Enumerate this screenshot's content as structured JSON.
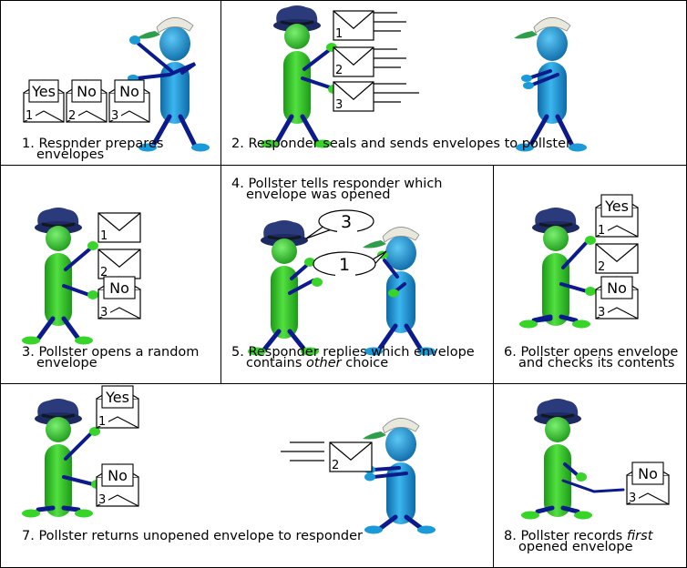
{
  "panels": [
    {
      "id": "p1",
      "caption": [
        "1. Respnder prepares",
        "envelopes"
      ]
    },
    {
      "id": "p2",
      "caption": [
        "2. Responder seals and sends envelopes to pollster"
      ]
    },
    {
      "id": "p3",
      "caption": [
        "3. Pollster opens a random",
        "envelope"
      ]
    },
    {
      "id": "p4",
      "caption": [
        "4. Pollster tells responder which",
        "envelope was opened"
      ]
    },
    {
      "id": "p5",
      "caption_parts": [
        "5. Responder replies which envelope",
        "contains ",
        "other",
        " choice"
      ]
    },
    {
      "id": "p6",
      "caption": [
        "6. Pollster opens envelope",
        "and checks its contents"
      ]
    },
    {
      "id": "p7",
      "caption": [
        "7. Pollster returns unopened envelope to responder"
      ]
    },
    {
      "id": "p8",
      "caption_parts": [
        "8. Pollster records ",
        "first",
        "opened envelope"
      ]
    }
  ],
  "envelopes": {
    "p1": [
      {
        "num": "1",
        "card": "Yes"
      },
      {
        "num": "2",
        "card": "No"
      },
      {
        "num": "3",
        "card": "No"
      }
    ],
    "p2": [
      {
        "num": "1"
      },
      {
        "num": "2"
      },
      {
        "num": "3"
      }
    ],
    "p3": [
      {
        "num": "1"
      },
      {
        "num": "2"
      },
      {
        "num": "3",
        "card": "No"
      }
    ],
    "p6": [
      {
        "num": "1",
        "card": "Yes"
      },
      {
        "num": "2"
      },
      {
        "num": "3",
        "card": "No"
      }
    ],
    "p7": [
      {
        "num": "1",
        "card": "Yes"
      },
      {
        "num": "3",
        "card": "No"
      },
      {
        "num": "2"
      }
    ],
    "p8": [
      {
        "num": "3",
        "card": "No"
      }
    ]
  },
  "speech_bubbles": {
    "pollster": "3",
    "responder": "1"
  },
  "colors": {
    "pollster_body": "#3dcc2e",
    "responder_body": "#1a9ad6",
    "limbs": "#0b1a8c",
    "hands": "#38d42a",
    "hat_pollster": "#2b3a7a",
    "cap_responder": "#d8d8c8",
    "cap_visor": "#2e9e4a"
  },
  "icons": [
    "pollster-figure",
    "responder-figure",
    "envelope-icon",
    "speech-bubble-icon"
  ]
}
